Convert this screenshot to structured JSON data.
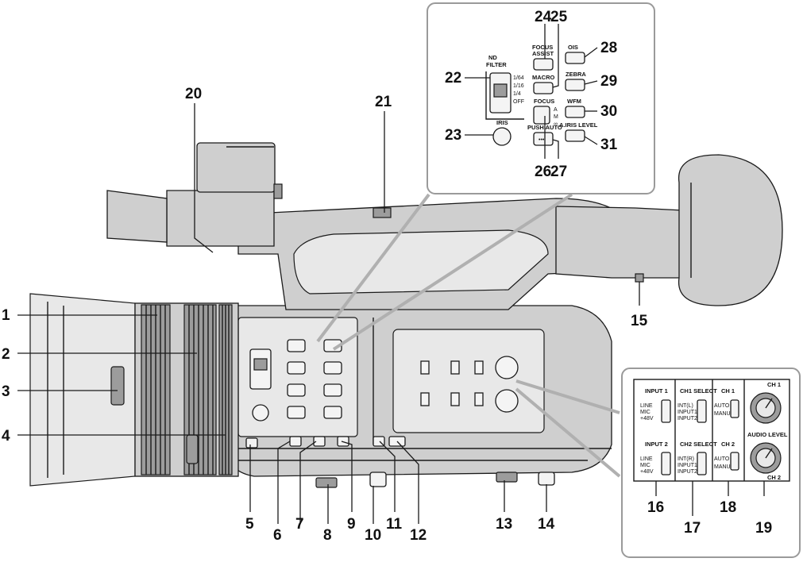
{
  "callouts": {
    "c1": "1",
    "c2": "2",
    "c3": "3",
    "c4": "4",
    "c5": "5",
    "c6": "6",
    "c7": "7",
    "c8": "8",
    "c9": "9",
    "c10": "10",
    "c11": "11",
    "c12": "12",
    "c13": "13",
    "c14": "14",
    "c15": "15",
    "c16": "16",
    "c17": "17",
    "c18": "18",
    "c19": "19",
    "c20": "20",
    "c21": "21",
    "c22": "22",
    "c23": "23",
    "c24": "24",
    "c25": "25",
    "c26": "26",
    "c27": "27",
    "c28": "28",
    "c29": "29",
    "c30": "30",
    "c31": "31"
  },
  "top_inset": {
    "nd_filter": [
      "ND",
      "FILTER"
    ],
    "nd_positions": [
      "1/64",
      "1/16",
      "1/4",
      "OFF"
    ],
    "iris": "IRIS",
    "focus_assist": [
      "FOCUS",
      "ASSIST"
    ],
    "macro": "MACRO",
    "focus": "FOCUS",
    "focus_positions": [
      "A",
      "M",
      "∞"
    ],
    "push_auto": "PUSH AUTO",
    "ois": "OIS",
    "zebra": "ZEBRA",
    "wfm": "WFM",
    "a_iris_level": "A.IRIS LEVEL"
  },
  "audio_inset": {
    "input1": "INPUT 1",
    "input2": "INPUT 2",
    "input_positions": [
      "LINE",
      "MIC",
      "+48V"
    ],
    "ch1_select": "CH1 SELECT",
    "ch2_select": "CH2 SELECT",
    "ch1_select_positions": [
      "INT(L)",
      "INPUT1",
      "INPUT2"
    ],
    "ch2_select_positions": [
      "INT(R)",
      "INPUT1",
      "INPUT2"
    ],
    "ch1": "CH 1",
    "ch2": "CH 2",
    "auto_manu": [
      "AUTO",
      "MANU"
    ],
    "audio_level": "AUDIO LEVEL",
    "dial_ch1": "CH 1",
    "dial_ch2": "CH 2"
  }
}
